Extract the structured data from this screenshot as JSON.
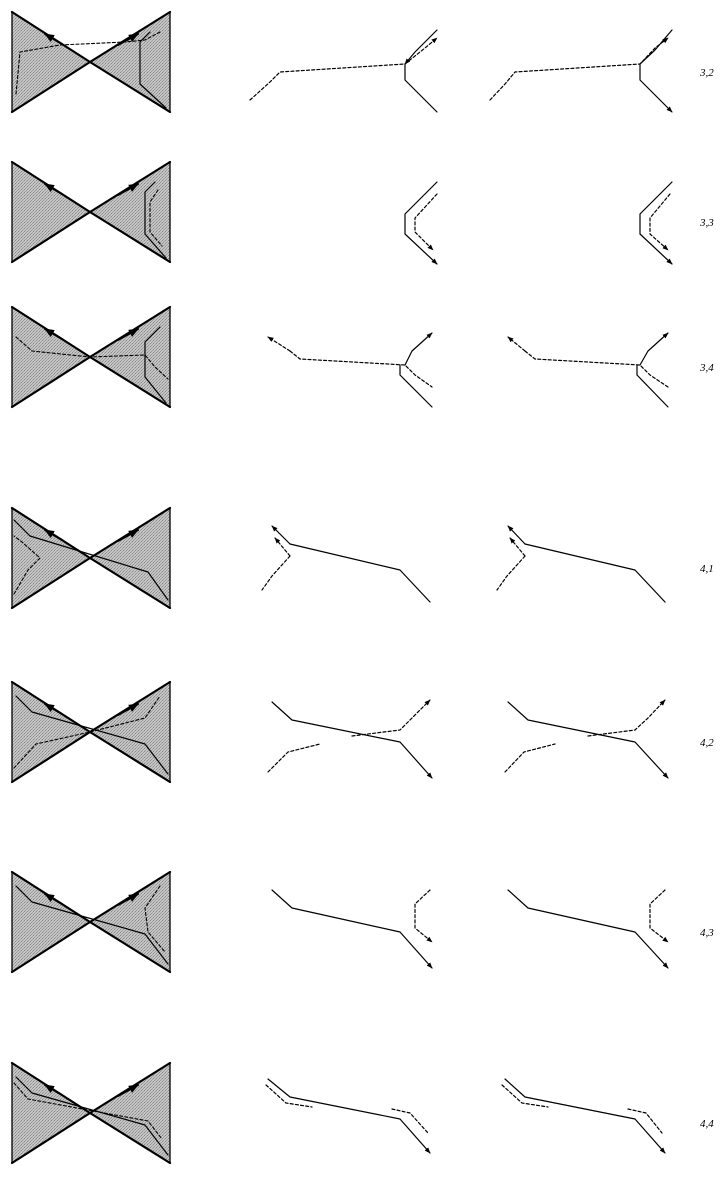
{
  "rows": [
    {
      "label": "3,2",
      "variant": "3,2"
    },
    {
      "label": "3,3",
      "variant": "3,3"
    },
    {
      "label": "3,4",
      "variant": "3,4"
    },
    {
      "label": "4,1",
      "variant": "4,1"
    },
    {
      "label": "4,2",
      "variant": "4,2"
    },
    {
      "label": "4,3",
      "variant": "4,3"
    },
    {
      "label": "4,4",
      "variant": "4,4"
    }
  ],
  "colors": {
    "ink": "#000000",
    "shade": "#b8b8b8",
    "background": "#ffffff"
  }
}
